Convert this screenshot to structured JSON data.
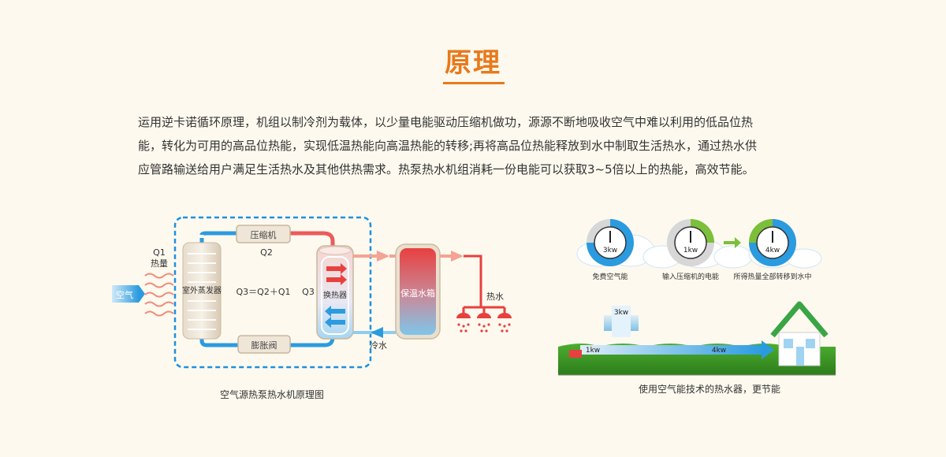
{
  "section": {
    "title": "原理"
  },
  "intro": {
    "line1": "运用逆卡诺循环原理，机组以制冷剂为载体，以少量电能驱动压缩机做功，源源不断地吸收空气中难以利用的低品位热",
    "line2": "能，转化为可用的高品位热能，实现低温热能向高温热能的转移;再将高品位热能释放到水中制取生活热水，通过热水供",
    "line3": "应管路输送给用户满足生活热水及其他供热需求。热泵热水机组消耗一份电能可以获取3~5倍以上的热能，高效节能。"
  },
  "left_diagram": {
    "caption": "空气源热泵热水机原理图",
    "air_label": "空气",
    "q1_label": "Q1",
    "heat_label": "热量",
    "evaporator_label": "室外蒸发器",
    "compressor_label": "压缩机",
    "q2_label": "Q2",
    "equation": "Q3＝Q2＋Q1",
    "q3_label": "Q3",
    "exchanger_label": "换热器",
    "valve_label": "膨胀阀",
    "tank_label": "保温水箱",
    "hot_water_label": "热水",
    "cold_water_label": "冷水",
    "colors": {
      "hot": "#e8403f",
      "cold": "#2b9be0",
      "frame": "#1e90e0"
    }
  },
  "right_diagram": {
    "caption": "使用空气能技术的热水器，更节能",
    "gauges": [
      {
        "value_label": "3kw",
        "caption": "免费空气能",
        "fill": 0.75
      },
      {
        "value_label": "1kw",
        "caption": "输入压缩机的电能",
        "fill": 0.25
      },
      {
        "value_label": "4kw",
        "caption": "所得热量全部转移到水中",
        "fill": 1.0
      }
    ],
    "air_input_label": "3kw",
    "pipe_start_label": "1kw",
    "pipe_end_label": "4kw",
    "colors": {
      "air": "#2b9be0",
      "electric": "#7cbf3a",
      "house": "#3aa545"
    }
  }
}
